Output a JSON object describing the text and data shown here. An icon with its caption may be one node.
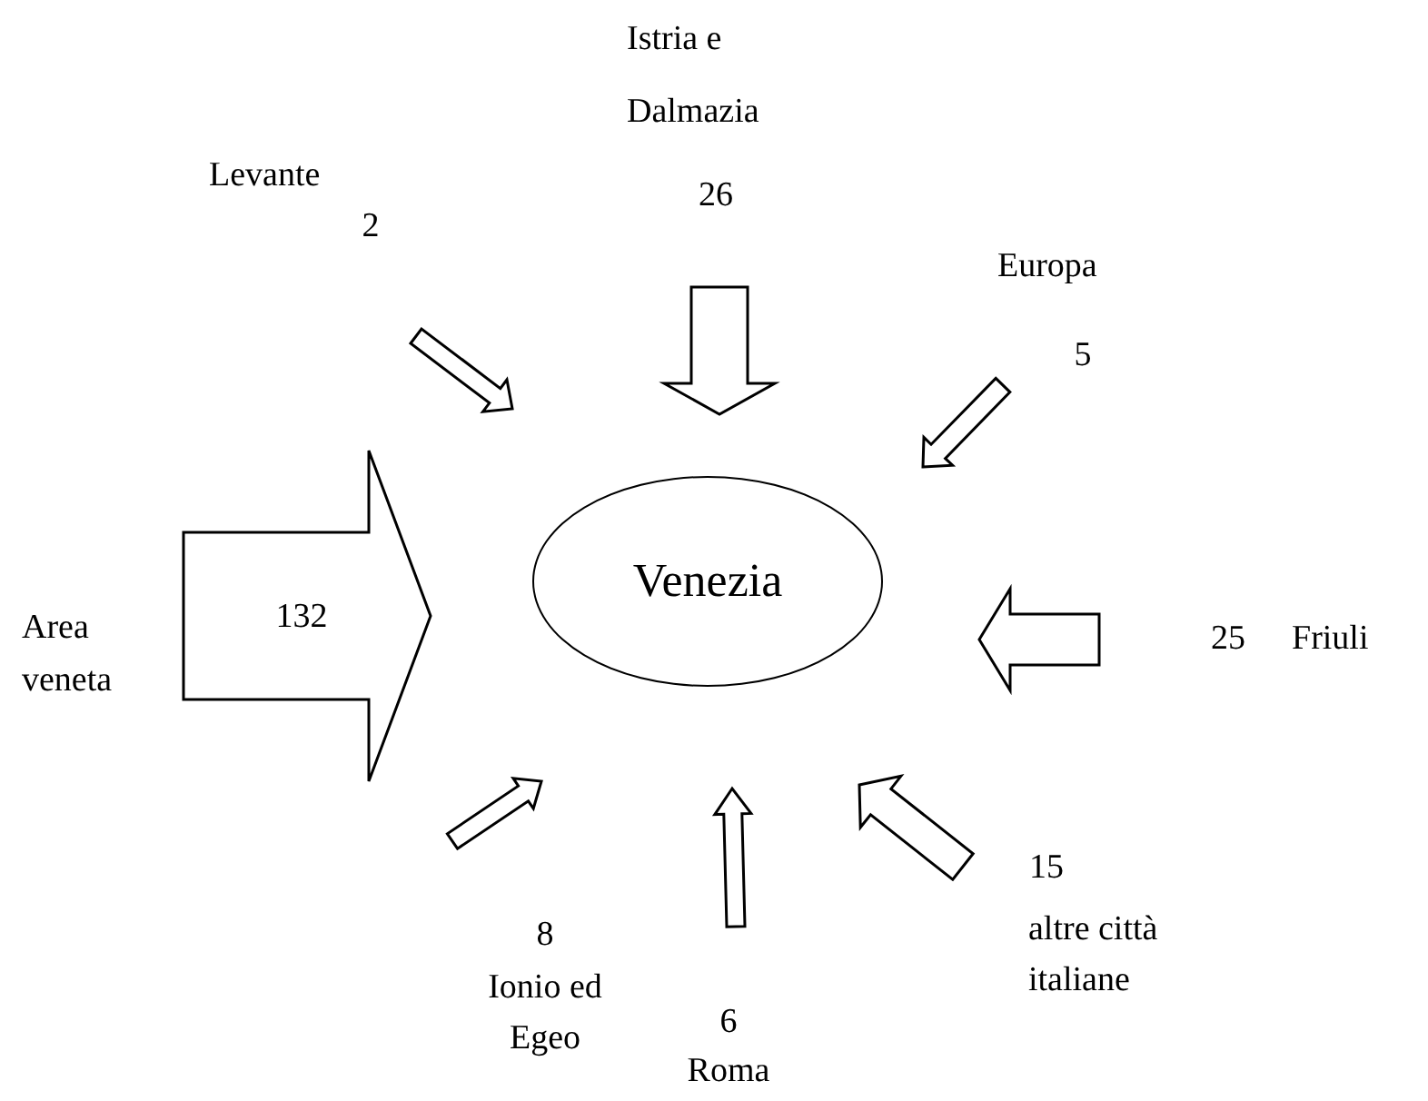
{
  "diagram": {
    "nodes": [
      {
        "text": [
          "Istria e Dalmazia",
          "26"
        ]
      },
      {
        "text": [
          "Levante",
          "2"
        ]
      },
      {
        "text": [
          "Europa",
          "5"
        ]
      },
      {
        "text": [
          "Area veneta"
        ]
      },
      {
        "text": [
          "Venezia"
        ]
      },
      {
        "text": [
          "25",
          "Friuli"
        ]
      },
      {
        "text": [
          "15",
          "altre città italiane"
        ]
      },
      {
        "text": [
          "8",
          "Ionio ed Egeo"
        ]
      },
      {
        "text": [
          "6",
          "Roma"
        ]
      }
    ],
    "edges": [
      {
        "from": 0,
        "to": 4,
        "arrow": "to"
      },
      {
        "from": 1,
        "to": 4,
        "arrow": "to"
      },
      {
        "from": 2,
        "to": 4,
        "arrow": "to"
      },
      {
        "from": 3,
        "to": 4,
        "arrow": "to",
        "label": "132"
      },
      {
        "from": 5,
        "to": 4,
        "arrow": "to"
      },
      {
        "from": 6,
        "to": 4,
        "arrow": "to"
      },
      {
        "from": 8,
        "to": 4,
        "arrow": "to"
      },
      {
        "from": 7,
        "to": 4,
        "arrow": "to"
      }
    ]
  }
}
